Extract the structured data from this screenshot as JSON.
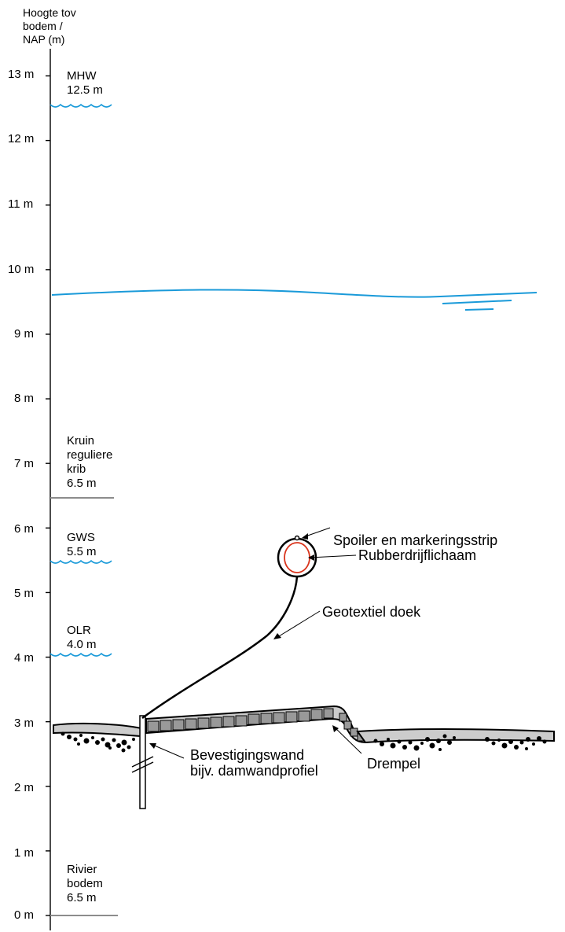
{
  "axis": {
    "title_lines": [
      "Hoogte tov",
      "bodem /",
      "NAP (m)"
    ],
    "ticks": [
      "13 m",
      "12 m",
      "11 m",
      "10 m",
      "9 m",
      "8 m",
      "7 m",
      "6 m",
      "5 m",
      "4 m",
      "3 m",
      "2 m",
      "1 m",
      "0 m"
    ]
  },
  "levels": {
    "mhw": {
      "lines": [
        "MHW",
        "12.5 m"
      ],
      "color": "#1a9ad9"
    },
    "kruin": {
      "lines": [
        "Kruin",
        "reguliere",
        "krib",
        "6.5 m"
      ],
      "color": "#8c8c8c"
    },
    "gws": {
      "lines": [
        "GWS",
        "5.5 m"
      ],
      "color": "#1a9ad9"
    },
    "olr": {
      "lines": [
        "OLR",
        "4.0 m"
      ],
      "color": "#1a9ad9"
    },
    "rivier": {
      "lines": [
        "Rivier",
        "bodem",
        "6.5 m"
      ],
      "color": "#8c8c8c"
    }
  },
  "callouts": {
    "spoiler": "Spoiler en markeringsstrip",
    "rubber": "Rubberdrijflichaam",
    "geotextiel": "Geotextiel doek",
    "bevestiging_lines": [
      "Bevestigingswand",
      "bijv. damwandprofiel"
    ],
    "drempel": "Drempel"
  },
  "colors": {
    "water": "#1a9ad9",
    "float_ring": "#d9341c",
    "bed_fill": "#cccccc",
    "stone": "#999999",
    "line": "#000000"
  }
}
